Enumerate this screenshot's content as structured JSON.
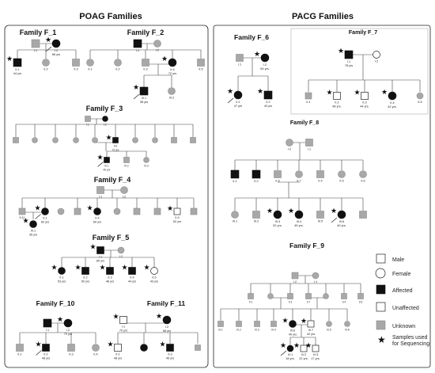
{
  "headers": {
    "poag": "POAG Families",
    "pacg": "PACG Families"
  },
  "legend": {
    "male": "Male",
    "female": "Female",
    "affected": "Affected",
    "unaffected": "Unaffected",
    "unknown": "Unknown",
    "samples": "Samples used\nfor Sequencing"
  },
  "families": {
    "F1": {
      "title": "Family F_1"
    },
    "F2": {
      "title": "Family F_2"
    },
    "F3": {
      "title": "Family F_3"
    },
    "F4": {
      "title": "Family F_4"
    },
    "F5": {
      "title": "Family F_5"
    },
    "F10": {
      "title": "Family F_10"
    },
    "F11": {
      "title": "Family F_11"
    },
    "F6": {
      "title": "Family F_6"
    },
    "F7": {
      "title": "Family F_7"
    },
    "F8": {
      "title": "Family F_8"
    },
    "F9": {
      "title": "Family F_9"
    }
  },
  "individuals": {
    "f1_I1": {
      "id": "I.1"
    },
    "f1_I2": {
      "id": "I.2",
      "age": "66 yrs"
    },
    "f1_II1": {
      "id": "II.1",
      "age": "44 yrs"
    },
    "f1_II2": {
      "id": "II.2"
    },
    "f1_II3": {
      "id": "II.3"
    },
    "f2_I1": {
      "id": "I.1"
    },
    "f2_I2": {
      "id": "I.2"
    },
    "f2_II1": {
      "id": "II.1"
    },
    "f2_II2": {
      "id": "II.2"
    },
    "f2_II3": {
      "id": "II.3"
    },
    "f2_II4": {
      "id": "II.4",
      "age": "72 yrs"
    },
    "f2_II5": {
      "id": "II.5"
    },
    "f2_III1": {
      "id": "III.1",
      "age": "38 yrs"
    },
    "f2_III2": {
      "id": "III.2"
    },
    "f3_I1": {
      "id": "I.1"
    },
    "f3_I2": {
      "id": "I.2"
    },
    "f3_II6": {
      "id": "II.6",
      "age": "72 yrs"
    },
    "f3_III1": {
      "id": "III.1",
      "age": "40 yrs"
    },
    "f3_III2": {
      "id": "III.2"
    },
    "f3_III3": {
      "id": "III.3"
    },
    "f4_I1": {
      "id": "I.1"
    },
    "f4_I2": {
      "id": "I.2"
    },
    "f4_II1": {
      "id": "II.1",
      "age": "60 yrs"
    },
    "f4_II4": {
      "id": "II.4",
      "age": "60 yrs"
    },
    "f4_II9": {
      "id": "II.9",
      "age": "52 yrs"
    },
    "f4_II11": {
      "id": "II.11"
    },
    "f4_III1": {
      "id": "III.1",
      "age": "35 yrs"
    },
    "f5_I1": {
      "id": "I.1",
      "age": "80 yrs"
    },
    "f5_I2": {
      "id": "I.2"
    },
    "f5_II1": {
      "id": "II.1",
      "age": "53 yrs"
    },
    "f5_II2": {
      "id": "II.2",
      "age": "50 yrs"
    },
    "f5_II3": {
      "id": "II.3",
      "age": "48 yrs"
    },
    "f5_II4": {
      "id": "II.4",
      "age": "44 yrs"
    },
    "f5_II5": {
      "id": "II.5",
      "age": "43 yrs"
    },
    "f10_I1": {
      "id": "I.1"
    },
    "f10_I2": {
      "id": "I.2",
      "age": "72 yrs"
    },
    "f10_II1": {
      "id": "II.1"
    },
    "f10_II2": {
      "id": "II.2",
      "age": "48 yrs"
    },
    "f10_II3": {
      "id": "II.3"
    },
    "f10_II4": {
      "id": "II.4"
    },
    "f11_I1": {
      "id": "I.1",
      "age": "70 yrs"
    },
    "f11_I2": {
      "id": "I.2",
      "age": "68 yrs"
    },
    "f11_II1": {
      "id": "II.1",
      "age": "48 yrs"
    },
    "f11_II3": {
      "id": "II.3",
      "age": "46 yrs"
    },
    "f6_I1": {
      "id": "I.1"
    },
    "f6_I2": {
      "id": "I.2",
      "age": "64 yrs."
    },
    "f6_II1": {
      "id": "II.1",
      "age": "47 yrs"
    },
    "f6_II2": {
      "id": "II.2",
      "age": "43 yrs"
    },
    "f7_I1": {
      "id": "I.1",
      "age": "78 yrs"
    },
    "f7_I2": {
      "id": "I.2"
    },
    "f7_II1": {
      "id": "II.1"
    },
    "f7_II2": {
      "id": "II.2",
      "age": "48 yrs."
    },
    "f7_II3": {
      "id": "II.3",
      "age": "44 yrs."
    },
    "f7_II4": {
      "id": "II.4",
      "age": "42 yrs."
    },
    "f7_II5": {
      "id": "II.5"
    },
    "f8_I1": {
      "id": "I.1"
    },
    "f8_I2": {
      "id": "I.2"
    },
    "f8_II1": {
      "id": "II.1"
    },
    "f8_II2": {
      "id": "II.2"
    },
    "f8_II3": {
      "id": "II.3"
    },
    "f8_II4": {
      "id": "II.4"
    },
    "f8_II5": {
      "id": "II.5"
    },
    "f8_II6": {
      "id": "II.6"
    },
    "f8_II7": {
      "id": "II.7"
    },
    "f8_III1": {
      "id": "III.1"
    },
    "f8_III2": {
      "id": "III.2"
    },
    "f8_III3": {
      "id": "III.3",
      "age": "52 yrs."
    },
    "f8_III4": {
      "id": "III.4",
      "age": "45 yrs."
    },
    "f8_III5": {
      "id": "III.5"
    },
    "f8_III6": {
      "id": "III.6",
      "age": "40 yrs."
    },
    "f9_I1": {
      "id": "I.1"
    },
    "f9_I2": {
      "id": "I.2"
    },
    "f9_II1": {
      "id": "II.1"
    },
    "f9_II3": {
      "id": "II.3"
    },
    "f9_II4": {
      "id": "II.4"
    },
    "f9_II5": {
      "id": "II.5"
    },
    "f9_II6": {
      "id": "II.6"
    },
    "f9_II7": {
      "id": "II.7"
    },
    "f9_III1": {
      "id": "III.1"
    },
    "f9_III2": {
      "id": "III.2"
    },
    "f9_III3": {
      "id": "III.3"
    },
    "f9_III4": {
      "id": "III.4"
    },
    "f9_III5": {
      "id": "III.5"
    },
    "f9_III6": {
      "id": "III.6",
      "age": "40 yrs"
    },
    "f9_III7": {
      "id": "III.7",
      "age": "42 yrs"
    },
    "f9_III8": {
      "id": "III.8"
    },
    "f9_IV1": {
      "id": "IV.1",
      "age": "18 yrs."
    },
    "f9_IV2": {
      "id": "IV.2",
      "age": "22 yrs."
    },
    "f9_IV3": {
      "id": "IV.3",
      "age": "17 yrs."
    }
  }
}
